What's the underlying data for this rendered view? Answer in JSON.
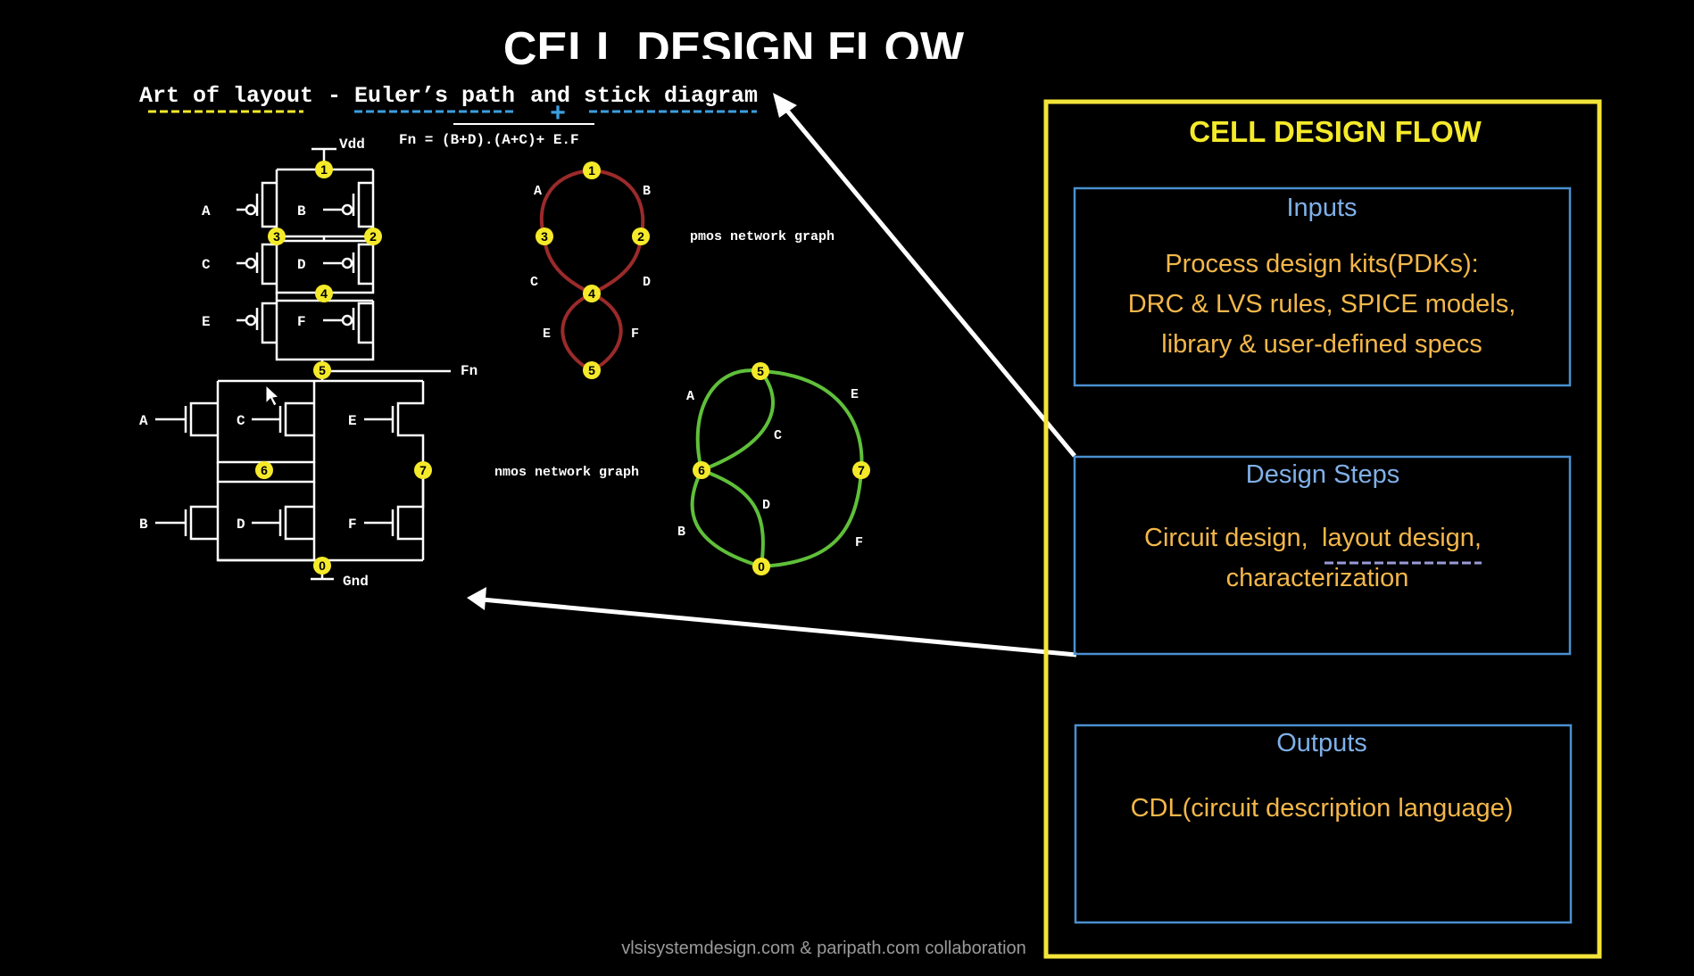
{
  "title": "CELL DESIGN FLOW",
  "heading": {
    "part1": "Art of layout",
    "dash": "-",
    "part2": "Euler’s path",
    "and": "and",
    "part3": "stick diagram",
    "plus": "+"
  },
  "equation": "Fn = (B+D).(A+C)+ E.F",
  "circuit": {
    "vdd": "Vdd",
    "gnd": "Gnd",
    "fn": "Fn",
    "pmos_gates": [
      "A",
      "B",
      "C",
      "D",
      "E",
      "F"
    ],
    "nmos_gates": [
      "A",
      "C",
      "E",
      "B",
      "D",
      "F"
    ],
    "nodes": [
      "1",
      "2",
      "3",
      "4",
      "5",
      "6",
      "7",
      "0"
    ]
  },
  "pmos_graph": {
    "label": "pmos network graph",
    "edge_labels": [
      "A",
      "B",
      "C",
      "D",
      "E",
      "F"
    ],
    "nodes": [
      "1",
      "2",
      "3",
      "4",
      "5"
    ],
    "color": "#9b2a2a"
  },
  "nmos_graph": {
    "label": "nmos network graph",
    "edge_labels": [
      "A",
      "C",
      "E",
      "D",
      "B",
      "F"
    ],
    "nodes": [
      "5",
      "6",
      "7",
      "0"
    ],
    "color": "#5fbf3a"
  },
  "node_color": "#f5ea2a",
  "flow_panel": {
    "title": "CELL DESIGN FLOW",
    "border_color": "#f3e43a",
    "box_color": "#4a8fd0",
    "inputs": {
      "heading": "Inputs",
      "line1": "Process design kits(PDKs):",
      "line2": "DRC & LVS rules, SPICE models,",
      "line3": "library & user-defined specs"
    },
    "design_steps": {
      "heading": "Design Steps",
      "line1a": "Circuit design,",
      "line1b": "layout design,",
      "line2": "characterization"
    },
    "outputs": {
      "heading": "Outputs",
      "line1": "CDL(circuit description language)"
    }
  },
  "footer": "vlsisystemdesign.com & paripath.com collaboration"
}
